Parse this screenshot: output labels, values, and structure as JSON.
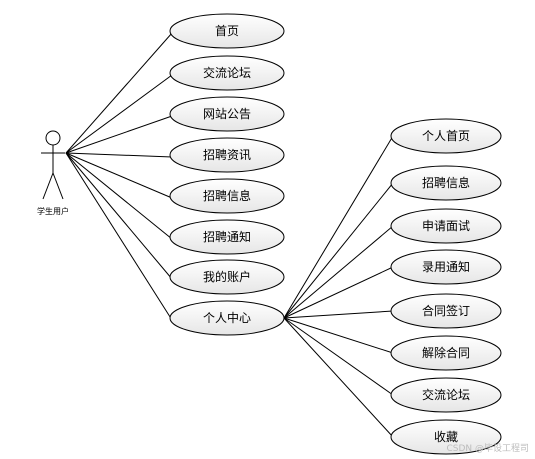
{
  "actor": {
    "label": "学生用户"
  },
  "use_cases": [
    {
      "label": "首页"
    },
    {
      "label": "交流论坛"
    },
    {
      "label": "网站公告"
    },
    {
      "label": "招聘资讯"
    },
    {
      "label": "招聘信息"
    },
    {
      "label": "招聘通知"
    },
    {
      "label": "我的账户"
    },
    {
      "label": "个人中心"
    }
  ],
  "sub_use_cases": [
    {
      "label": "个人首页"
    },
    {
      "label": "招聘信息"
    },
    {
      "label": "申请面试"
    },
    {
      "label": "录用通知"
    },
    {
      "label": "合同签订"
    },
    {
      "label": "解除合同"
    },
    {
      "label": "交流论坛"
    },
    {
      "label": "收藏"
    }
  ],
  "watermark": "CSDN @毕设工程司",
  "colors": {
    "line": "#000000",
    "ellipse_fill_top": "#ffffff",
    "ellipse_fill_bottom": "#e8e8e8",
    "watermark": "#bcbcbc"
  }
}
